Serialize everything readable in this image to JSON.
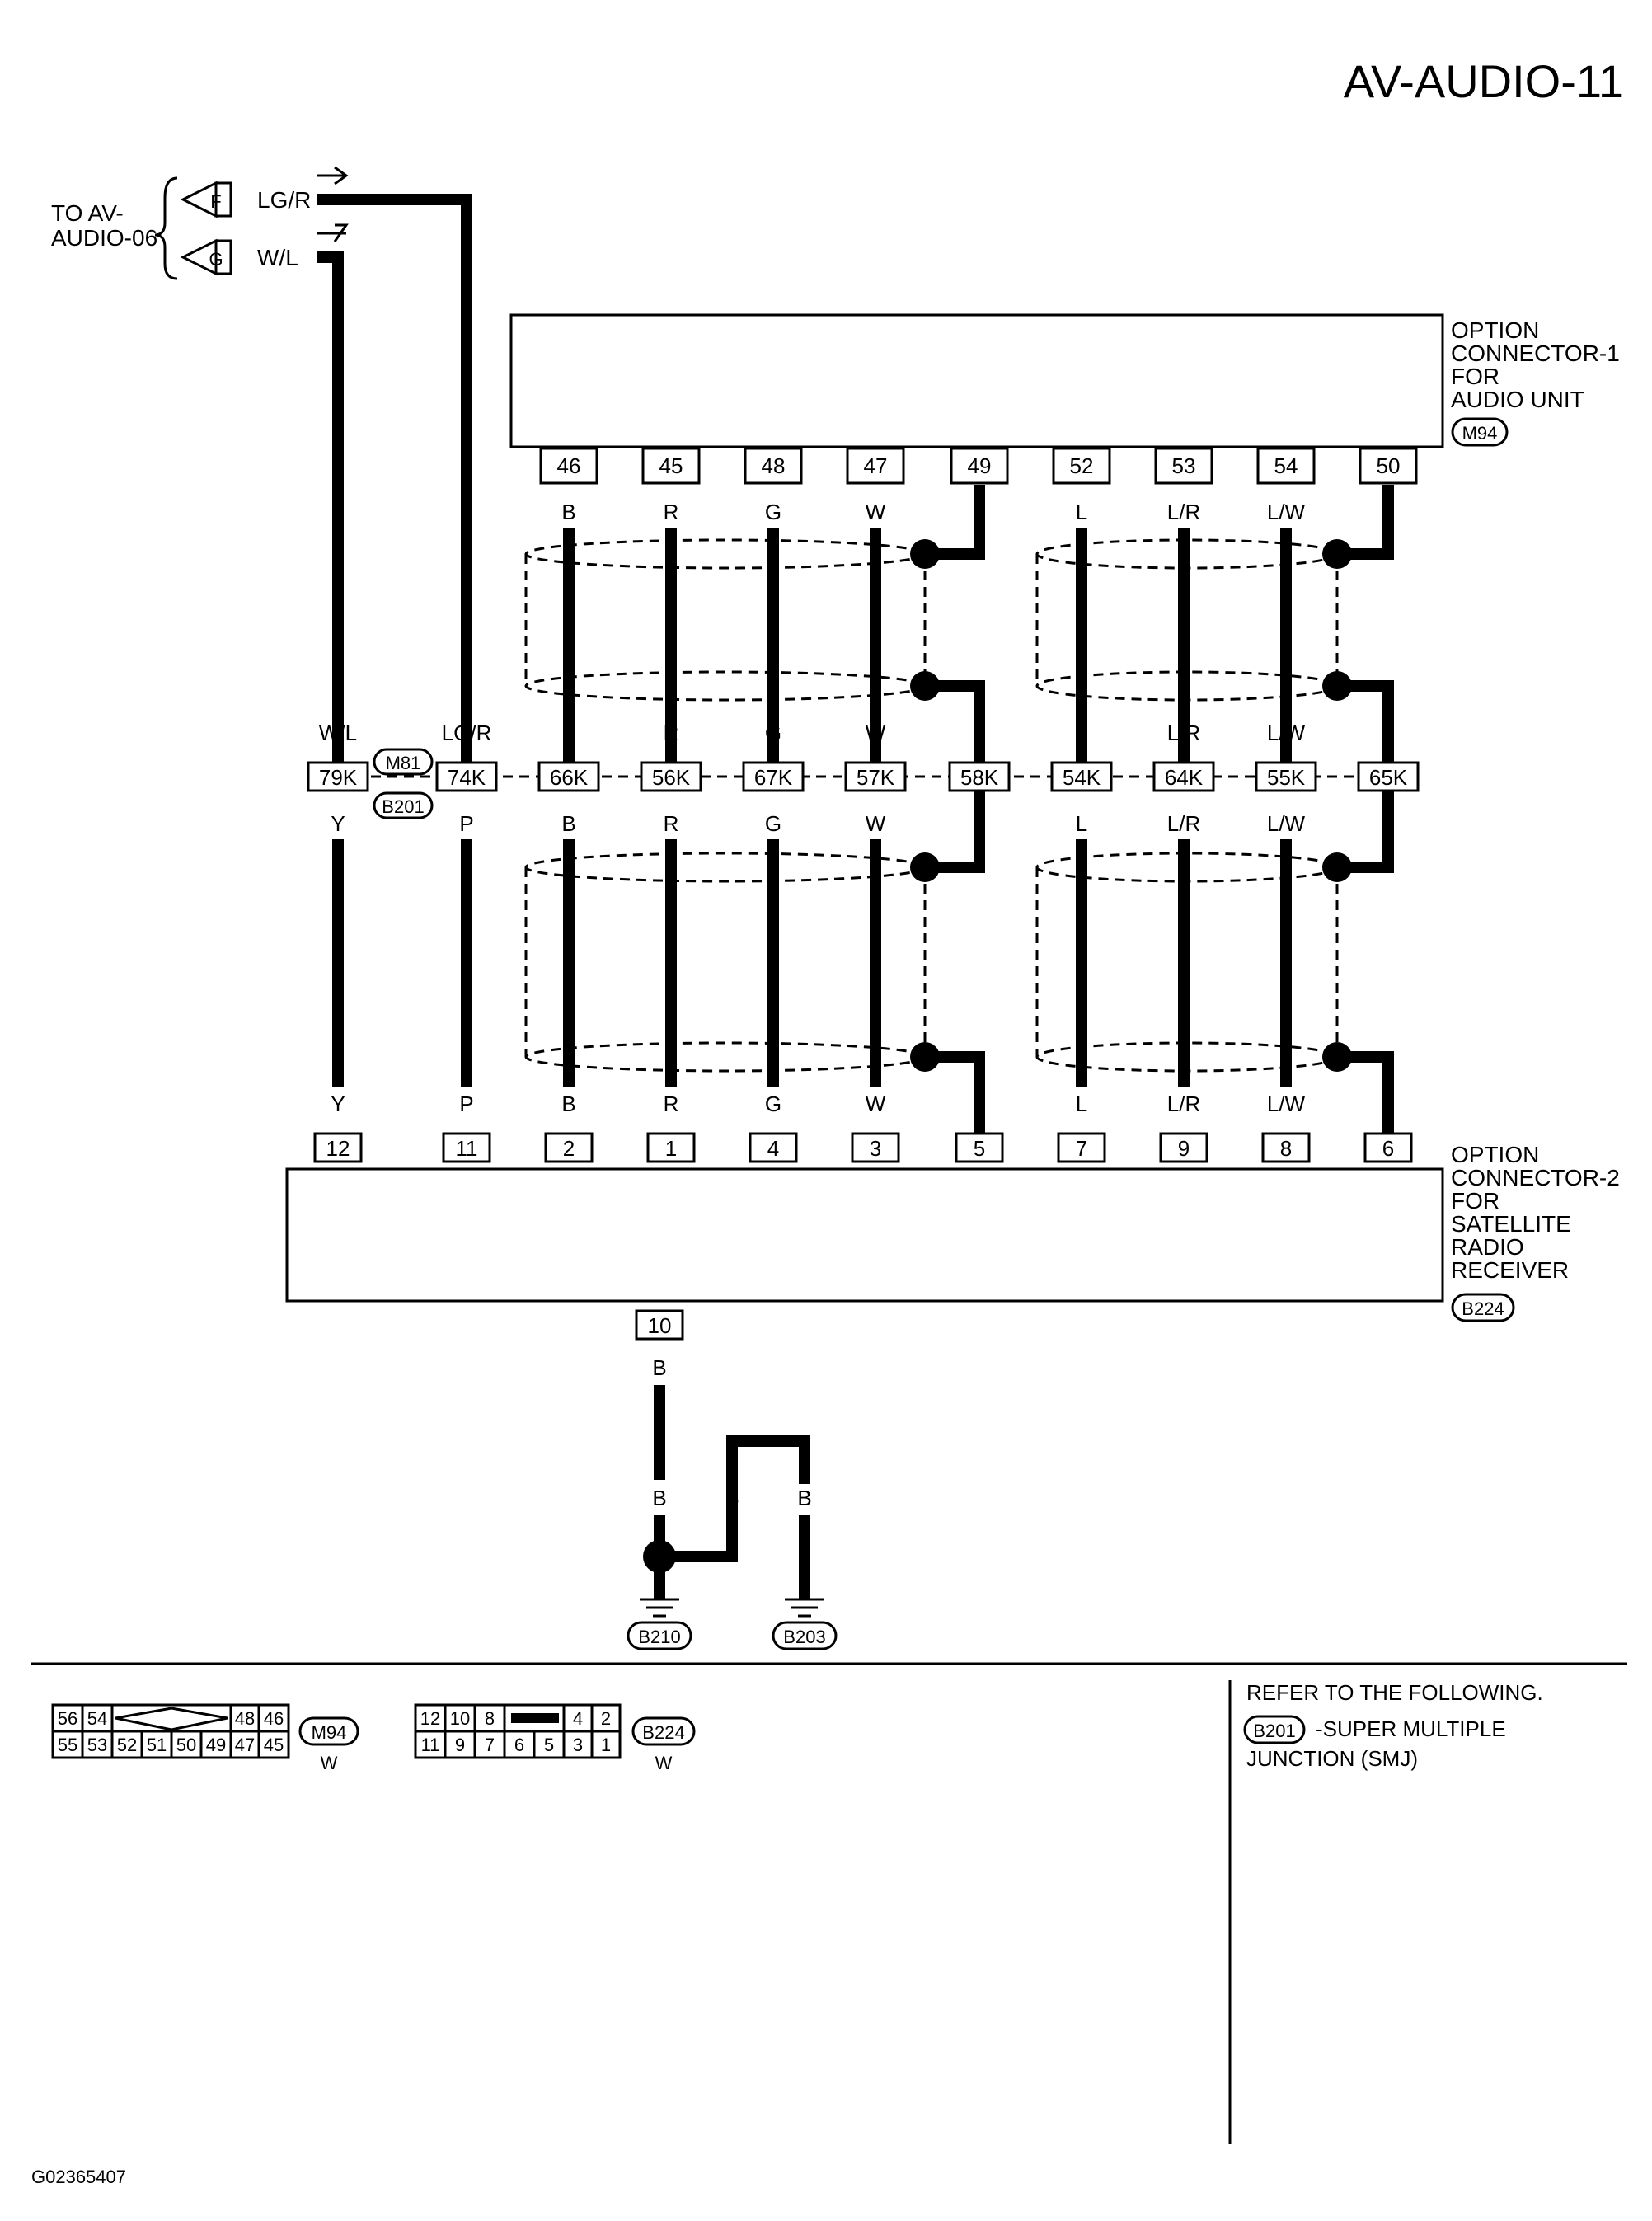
{
  "page_title": "AV-AUDIO-11",
  "figure_id": "G02365407",
  "to_ref": {
    "line1": "TO AV-",
    "line2": "AUDIO-06"
  },
  "arrows": [
    {
      "letter": "F",
      "color": "LG/R"
    },
    {
      "letter": "G",
      "color": "W/L"
    }
  ],
  "connector1": {
    "title_lines": [
      "OPTION",
      "CONNECTOR-1",
      "FOR",
      "AUDIO UNIT"
    ],
    "code": "M94"
  },
  "connector2": {
    "title_lines": [
      "OPTION",
      "CONNECTOR-2",
      "FOR",
      "SATELLITE",
      "RADIO",
      "RECEIVER"
    ],
    "code": "B224"
  },
  "top_pins": [
    {
      "pin": "46",
      "color": "B"
    },
    {
      "pin": "45",
      "color": "R"
    },
    {
      "pin": "48",
      "color": "G"
    },
    {
      "pin": "47",
      "color": "W"
    },
    {
      "pin": "49",
      "color": ""
    },
    {
      "pin": "52",
      "color": "L"
    },
    {
      "pin": "53",
      "color": "L/R"
    },
    {
      "pin": "54",
      "color": "L/W"
    },
    {
      "pin": "50",
      "color": ""
    }
  ],
  "junction": {
    "codes": [
      "M81",
      "B201"
    ],
    "terminals": [
      {
        "term": "79K",
        "top": "W/L",
        "bottom": "Y"
      },
      {
        "term": "74K",
        "top": "LG/R",
        "bottom": "P"
      },
      {
        "term": "66K",
        "top": "B",
        "bottom": "B"
      },
      {
        "term": "56K",
        "top": "R",
        "bottom": "R"
      },
      {
        "term": "67K",
        "top": "G",
        "bottom": "G"
      },
      {
        "term": "57K",
        "top": "W",
        "bottom": "W"
      },
      {
        "term": "58K",
        "top": "",
        "bottom": ""
      },
      {
        "term": "54K",
        "top": "L",
        "bottom": "L"
      },
      {
        "term": "64K",
        "top": "L/R",
        "bottom": "L/R"
      },
      {
        "term": "55K",
        "top": "L/W",
        "bottom": "L/W"
      },
      {
        "term": "65K",
        "top": "",
        "bottom": ""
      }
    ]
  },
  "bottom_pins": [
    {
      "pin": "12",
      "color": "Y"
    },
    {
      "pin": "11",
      "color": "P"
    },
    {
      "pin": "2",
      "color": "B"
    },
    {
      "pin": "1",
      "color": "R"
    },
    {
      "pin": "4",
      "color": "G"
    },
    {
      "pin": "3",
      "color": "W"
    },
    {
      "pin": "5",
      "color": ""
    },
    {
      "pin": "7",
      "color": "L"
    },
    {
      "pin": "9",
      "color": "L/R"
    },
    {
      "pin": "8",
      "color": "L/W"
    },
    {
      "pin": "6",
      "color": ""
    }
  ],
  "ground": {
    "pin": "10",
    "colors": [
      "B",
      "B",
      "B",
      "B"
    ],
    "grounds": [
      "B210",
      "B203"
    ]
  },
  "connector_views": [
    {
      "code": "M94",
      "color": "W",
      "top": [
        "56",
        "54",
        "48",
        "46"
      ],
      "bottom": [
        "55",
        "53",
        "52",
        "51",
        "50",
        "49",
        "47",
        "45"
      ]
    },
    {
      "code": "B224",
      "color": "W",
      "top": [
        "12",
        "10",
        "8",
        "4",
        "2"
      ],
      "bottom": [
        "11",
        "9",
        "7",
        "6",
        "5",
        "3",
        "1"
      ]
    }
  ],
  "refer": {
    "heading": "REFER TO THE FOLLOWING.",
    "code": "B201",
    "text1": "-SUPER MULTIPLE",
    "text2": "JUNCTION (SMJ)"
  }
}
